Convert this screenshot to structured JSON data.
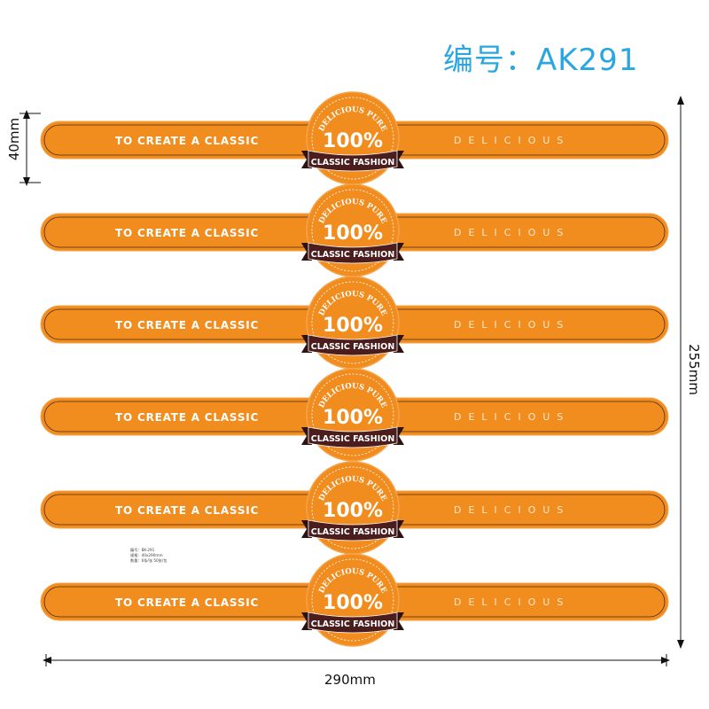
{
  "code_label": "编号：AK291",
  "dimensions": {
    "height_strip": "40mm",
    "total_height": "255mm",
    "total_width": "290mm"
  },
  "band": {
    "left_text": "TO CREATE A CLASSIC",
    "right_text": "DELICIOUS",
    "badge_arc": "DELICIOUS PURE",
    "badge_percent": "100%",
    "badge_ribbon": "CLASSIC FASHION",
    "count": 6
  },
  "spec_note": {
    "line1": "编号：BK-291",
    "line2": "规格：40x290mm",
    "line3": "数量：6条/张 50张/包"
  },
  "colors": {
    "band_fill": "#f18c1e",
    "band_edge": "#f5a34a",
    "inner_line": "#4a2a12",
    "ribbon": "#4b1d1d",
    "accent_title": "#2aa7e1",
    "right_text": "#fde7c8"
  }
}
